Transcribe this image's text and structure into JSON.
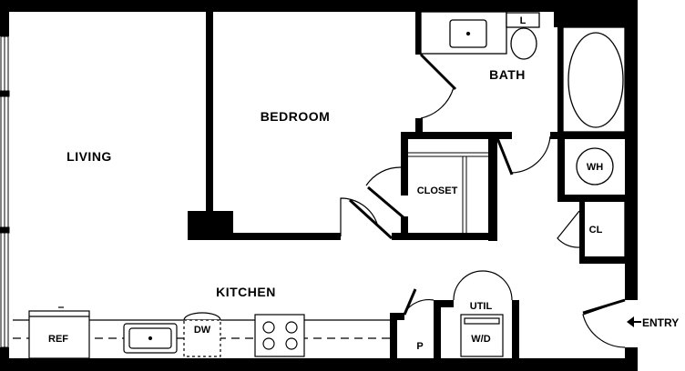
{
  "rooms": {
    "living": "LIVING",
    "bedroom": "BEDROOM",
    "bath": "BATH",
    "closet": "CLOSET",
    "kitchen": "KITCHEN"
  },
  "fixtures": {
    "lav": "L",
    "water_heater": "WH",
    "linen_closet": "CL",
    "utility": "UTIL",
    "washer_dryer": "W/D",
    "pantry": "P",
    "dishwasher": "DW",
    "refrigerator": "REF"
  },
  "entry": {
    "label": "ENTRY",
    "arrow_icon": "arrow-left-icon"
  },
  "colors": {
    "wall": "#000000",
    "background": "#ffffff"
  }
}
